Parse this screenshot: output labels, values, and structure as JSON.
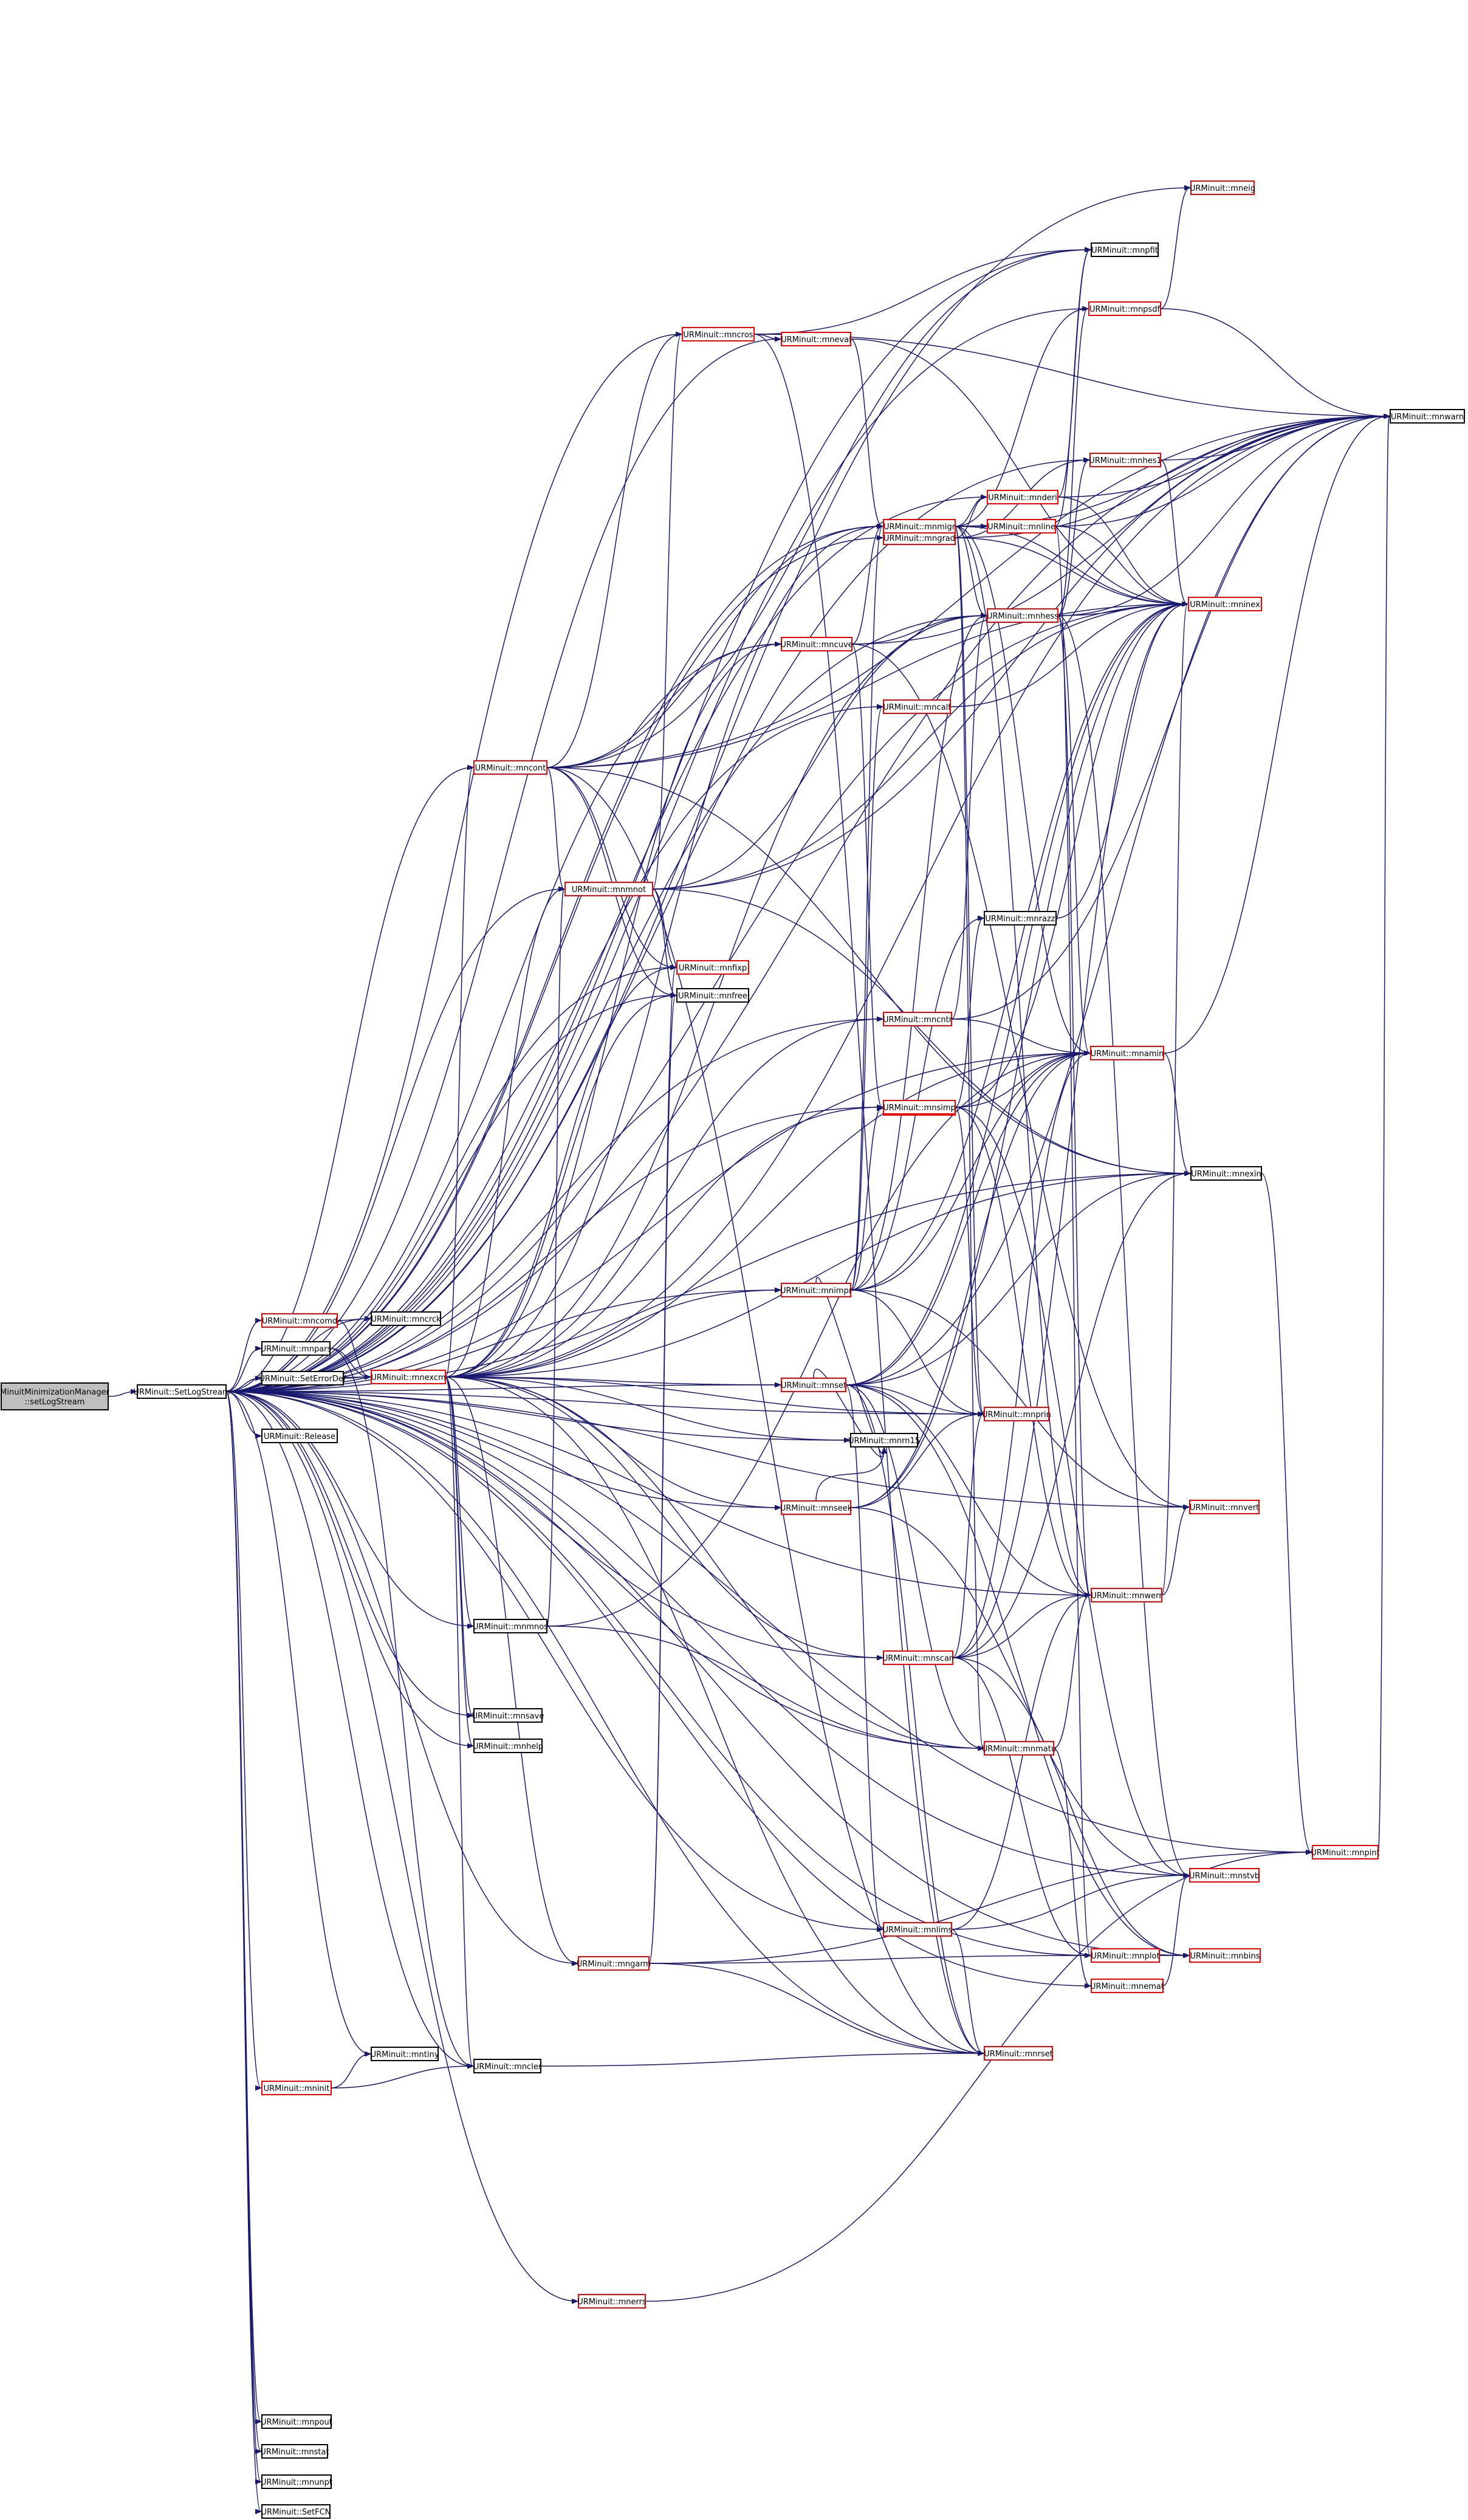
{
  "colors": {
    "edge": "#191970",
    "red_border": "#ff0000",
    "black_border": "#000000",
    "root_fill": "#bfbfbf"
  },
  "nodes": [
    {
      "id": "root",
      "label": [
        "MinuitMinimizationManager",
        "::setLogStream"
      ],
      "style": "root"
    },
    {
      "id": "setLogStream",
      "label": [
        "URMinuit::SetLogStream"
      ],
      "style": "black"
    },
    {
      "id": "mncomd",
      "label": [
        "URMinuit::mncomd"
      ],
      "style": "red"
    },
    {
      "id": "mnpars",
      "label": [
        "URMinuit::mnpars"
      ],
      "style": "black"
    },
    {
      "id": "seterrdef",
      "label": [
        "URMinuit::SetErrorDef"
      ],
      "style": "black"
    },
    {
      "id": "release",
      "label": [
        "URMinuit::Release"
      ],
      "style": "black"
    },
    {
      "id": "mncrck",
      "label": [
        "URMinuit::mncrck"
      ],
      "style": "black"
    },
    {
      "id": "mnexcm",
      "label": [
        "URMinuit::mnexcm"
      ],
      "style": "red"
    },
    {
      "id": "mncont",
      "label": [
        "URMinuit::mncont"
      ],
      "style": "red"
    },
    {
      "id": "mnmnot",
      "label": [
        "URMinuit::mnmnot"
      ],
      "style": "red"
    },
    {
      "id": "mnfixp",
      "label": [
        "URMinuit::mnfixp"
      ],
      "style": "red"
    },
    {
      "id": "mnfree",
      "label": [
        "URMinuit::mnfree"
      ],
      "style": "black"
    },
    {
      "id": "mnmnos",
      "label": [
        "URMinuit::mnmnos"
      ],
      "style": "black"
    },
    {
      "id": "mnsave",
      "label": [
        "URMinuit::mnsave"
      ],
      "style": "black"
    },
    {
      "id": "mnhelp",
      "label": [
        "URMinuit::mnhelp"
      ],
      "style": "black"
    },
    {
      "id": "mnamin",
      "label": [
        "URMinuit::mnamin"
      ],
      "style": "red"
    },
    {
      "id": "mnrn15",
      "label": [
        "URMinuit::mnrn15"
      ],
      "style": "black"
    },
    {
      "id": "mnrazz",
      "label": [
        "URMinuit::mnrazz"
      ],
      "style": "black"
    },
    {
      "id": "mnwarn",
      "label": [
        "URMinuit::mnwarn"
      ],
      "style": "black"
    },
    {
      "id": "mneval",
      "label": [
        "URMinuit::mneval"
      ],
      "style": "red"
    },
    {
      "id": "mncros",
      "label": [
        "URMinuit::mncros"
      ],
      "style": "red"
    },
    {
      "id": "mnpfit",
      "label": [
        "URMinuit::mnpfit"
      ],
      "style": "black"
    },
    {
      "id": "mneig",
      "label": [
        "URMinuit::mneig"
      ],
      "style": "red"
    },
    {
      "id": "mnpsdf",
      "label": [
        "URMinuit::mnpsdf"
      ],
      "style": "red"
    },
    {
      "id": "mnhes1",
      "label": [
        "URMinuit::mnhes1"
      ],
      "style": "red"
    },
    {
      "id": "mngrad",
      "label": [
        "URMinuit::mngrad"
      ],
      "style": "red"
    },
    {
      "id": "mnderi",
      "label": [
        "URMinuit::mnderi"
      ],
      "style": "red"
    },
    {
      "id": "mnmigr",
      "label": [
        "URMinuit::mnmigr"
      ],
      "style": "red"
    },
    {
      "id": "mnline",
      "label": [
        "URMinuit::mnline"
      ],
      "style": "red"
    },
    {
      "id": "mninex",
      "label": [
        "URMinuit::mninex"
      ],
      "style": "red"
    },
    {
      "id": "mnhess",
      "label": [
        "URMinuit::mnhess"
      ],
      "style": "red"
    },
    {
      "id": "mncuve",
      "label": [
        "URMinuit::mncuve"
      ],
      "style": "red"
    },
    {
      "id": "mncalf",
      "label": [
        "URMinuit::mncalf"
      ],
      "style": "red"
    },
    {
      "id": "mncntr",
      "label": [
        "URMinuit::mncntr"
      ],
      "style": "red"
    },
    {
      "id": "mnemat",
      "label": [
        "URMinuit::mnemat"
      ],
      "style": "red"
    },
    {
      "id": "mnsimp",
      "label": [
        "URMinuit::mnsimp"
      ],
      "style": "red"
    },
    {
      "id": "mnexin",
      "label": [
        "URMinuit::mnexin"
      ],
      "style": "black"
    },
    {
      "id": "mnimpr",
      "label": [
        "URMinuit::mnimpr"
      ],
      "style": "red"
    },
    {
      "id": "mnset",
      "label": [
        "URMinuit::mnset"
      ],
      "style": "red"
    },
    {
      "id": "mnprin",
      "label": [
        "URMinuit::mnprin"
      ],
      "style": "red"
    },
    {
      "id": "mnseek",
      "label": [
        "URMinuit::mnseek"
      ],
      "style": "red"
    },
    {
      "id": "mnvert",
      "label": [
        "URMinuit::mnvert"
      ],
      "style": "red"
    },
    {
      "id": "mnwerr",
      "label": [
        "URMinuit::mnwerr"
      ],
      "style": "red"
    },
    {
      "id": "mnscan",
      "label": [
        "URMinuit::mnscan"
      ],
      "style": "red"
    },
    {
      "id": "mnmatu",
      "label": [
        "URMinuit::mnmatu"
      ],
      "style": "red"
    },
    {
      "id": "mnpint",
      "label": [
        "URMinuit::mnpint"
      ],
      "style": "red"
    },
    {
      "id": "mnstvb",
      "label": [
        "URMinuit::mnstvb"
      ],
      "style": "red"
    },
    {
      "id": "mnlims",
      "label": [
        "URMinuit::mnlims"
      ],
      "style": "red"
    },
    {
      "id": "mnplot",
      "label": [
        "URMinuit::mnplot"
      ],
      "style": "red"
    },
    {
      "id": "mnbins",
      "label": [
        "URMinuit::mnbins"
      ],
      "style": "red"
    },
    {
      "id": "mnemat2",
      "label": [
        "URMinuit::mnemat"
      ],
      "style": "red"
    },
    {
      "id": "mngarm",
      "label": [
        "URMinuit::mngarm"
      ],
      "style": "red"
    },
    {
      "id": "mnrset",
      "label": [
        "URMinuit::mnrset"
      ],
      "style": "red"
    },
    {
      "id": "mntiny",
      "label": [
        "URMinuit::mntiny"
      ],
      "style": "black"
    },
    {
      "id": "mninit",
      "label": [
        "URMinuit::mninit"
      ],
      "style": "red"
    },
    {
      "id": "mncler",
      "label": [
        "URMinuit::mncler"
      ],
      "style": "black"
    },
    {
      "id": "mnerrs",
      "label": [
        "URMinuit::mnerrs"
      ],
      "style": "red"
    },
    {
      "id": "mnpout",
      "label": [
        "URMinuit::mnpout"
      ],
      "style": "black"
    },
    {
      "id": "mnstat",
      "label": [
        "URMinuit::mnstat"
      ],
      "style": "black"
    },
    {
      "id": "mnunpt",
      "label": [
        "URMinuit::mnunpt"
      ],
      "style": "black"
    },
    {
      "id": "setfcn",
      "label": [
        "URMinuit::SetFCN"
      ],
      "style": "black"
    }
  ]
}
